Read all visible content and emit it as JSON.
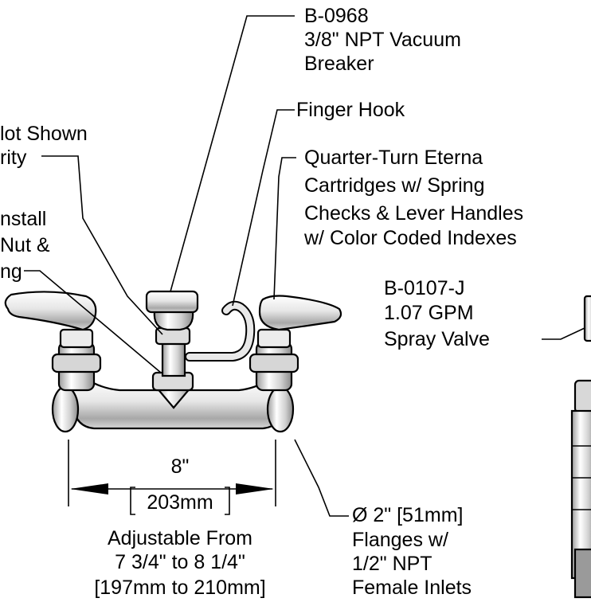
{
  "callouts": {
    "vacuum_breaker": [
      "B-0968",
      "3/8\" NPT Vacuum",
      "Breaker"
    ],
    "finger_hook": [
      "Finger Hook"
    ],
    "cartridges": [
      "Quarter-Turn Eterna",
      "Cartridges w/ Spring",
      "Checks & Lever Handles",
      "w/ Color Coded Indexes"
    ],
    "not_shown": [
      "lot Shown",
      "rity"
    ],
    "install": [
      "nstall",
      "Nut &",
      "ng"
    ],
    "spray_valve": [
      "B-0107-J",
      "1.07 GPM",
      "Spray Valve"
    ],
    "flanges": [
      "Ø 2\" [51mm]",
      "Flanges w/",
      "1/2\" NPT",
      "Female Inlets"
    ]
  },
  "dimension": {
    "value": "8\"",
    "metric": "203mm",
    "adjustable": [
      "Adjustable From",
      "7 3/4\" to 8 1/4\"",
      "[197mm to 210mm]"
    ]
  },
  "colors": {
    "ink": "#000000",
    "metal_light": "#f2f2f2",
    "metal_mid": "#c8c8c8",
    "metal_dark": "#8a8a8a"
  }
}
